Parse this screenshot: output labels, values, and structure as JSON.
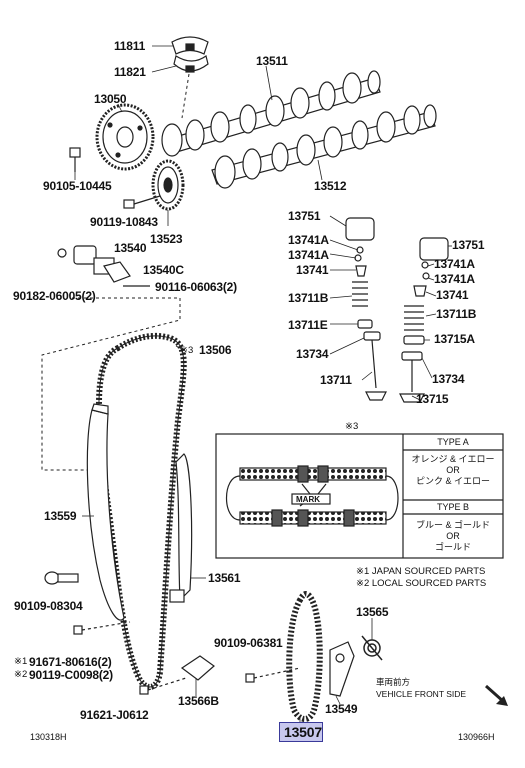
{
  "parts": {
    "p11811": "11811",
    "p11821": "11821",
    "p13511": "13511",
    "p13050": "13050",
    "p90105": "90105-10445",
    "p13512": "13512",
    "p90119a": "90119-10843",
    "p13523": "13523",
    "p13540": "13540",
    "p13540c": "13540C",
    "p90182": "90182-06005(2)",
    "p90116": "90116-06063(2)",
    "p13751a": "13751",
    "p13741a1": "13741A",
    "p13741a2": "13741A",
    "p13741": "13741",
    "p13711b": "13711B",
    "p13711e": "13711E",
    "p13734": "13734",
    "p13711": "13711",
    "p13751b": "13751",
    "p13741a3": "13741A",
    "p13741a4": "13741A",
    "p13741b": "13741",
    "p13711b2": "13711B",
    "p13715a": "13715A",
    "p13734b": "13734",
    "p13715": "13715",
    "p13506": "13506",
    "p13559": "13559",
    "p13561": "13561",
    "p90109a": "90109-08304",
    "p91671": "91671-80616(2)",
    "p90119b": "90119-C0098(2)",
    "p90109b": "90109-06381",
    "p13565": "13565",
    "p91621": "91621-J0612",
    "p13566b": "13566B",
    "p13549": "13549",
    "p13507": "13507"
  },
  "marks": {
    "m1": "※1",
    "m2": "※2",
    "m3": "※3",
    "m3b": "※3"
  },
  "legend": {
    "typeA": "TYPE A",
    "typeA_1": "オレンジ & イエロー",
    "typeA_or": "OR",
    "typeA_2": "ピンク & イエロー",
    "typeB": "TYPE B",
    "typeB_1": "ブルー & ゴールド",
    "typeB_or": "OR",
    "typeB_2": "ゴールド",
    "mark": "MARK"
  },
  "notes": {
    "japan": "※1 JAPAN SOURCED PARTS",
    "local": "※2 LOCAL SOURCED PARTS",
    "front_jp": "車両前方",
    "front_en": "VEHICLE FRONT SIDE"
  },
  "refs": {
    "left": "130318H",
    "right": "130966H"
  }
}
